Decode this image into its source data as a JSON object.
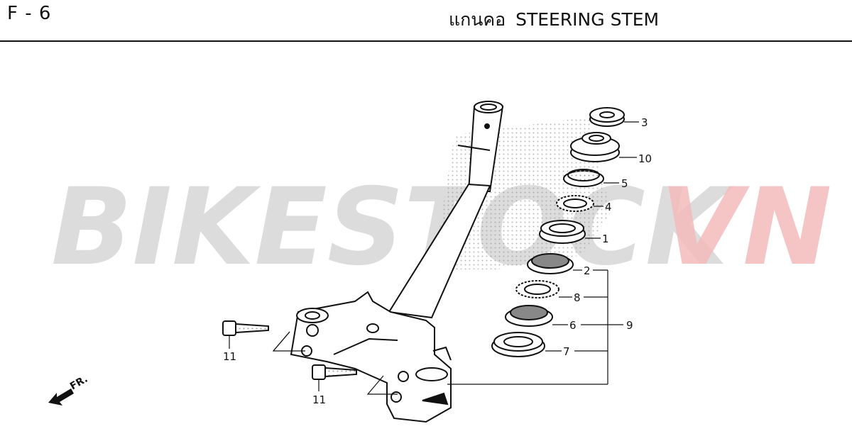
{
  "header": {
    "code": "F - 6",
    "title_thai": "แกนคอ",
    "title_en": "STEERING STEM"
  },
  "watermark": {
    "part1": "BIKESTOCK",
    "part2": "VN",
    "color1": "#d6d6d6",
    "color2": "#f4bcbc"
  },
  "direction": {
    "label": "FR."
  },
  "callouts": {
    "c1": "1",
    "c2": "2",
    "c3": "3",
    "c4": "4",
    "c5": "5",
    "c6": "6",
    "c7": "7",
    "c8": "8",
    "c9": "9",
    "c10": "10",
    "c11a": "11",
    "c11b": "11"
  }
}
